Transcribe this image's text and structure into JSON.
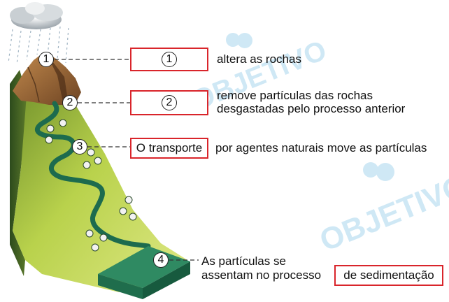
{
  "steps": [
    {
      "number": "1",
      "box_label": "1",
      "description": [
        "altera as rochas"
      ]
    },
    {
      "number": "2",
      "box_label": "2",
      "description": [
        "remove partículas das rochas",
        "desgastadas pelo processo anterior"
      ]
    },
    {
      "number": "3",
      "box_label": "O transporte",
      "description": [
        "por agentes naturais move as partículas"
      ]
    },
    {
      "number": "4",
      "box_label": "de sedimentação",
      "description": [
        "As partículas se",
        "assentam no processo"
      ]
    }
  ],
  "watermark": "OBJETIVO",
  "colors": {
    "box_border": "#d9252b",
    "slope": "#b7cf4a",
    "river": "#1d6b4e",
    "sediment": "#1f6d4c",
    "rock": "#9a6a3a",
    "watermark": "#a9d7ee"
  }
}
